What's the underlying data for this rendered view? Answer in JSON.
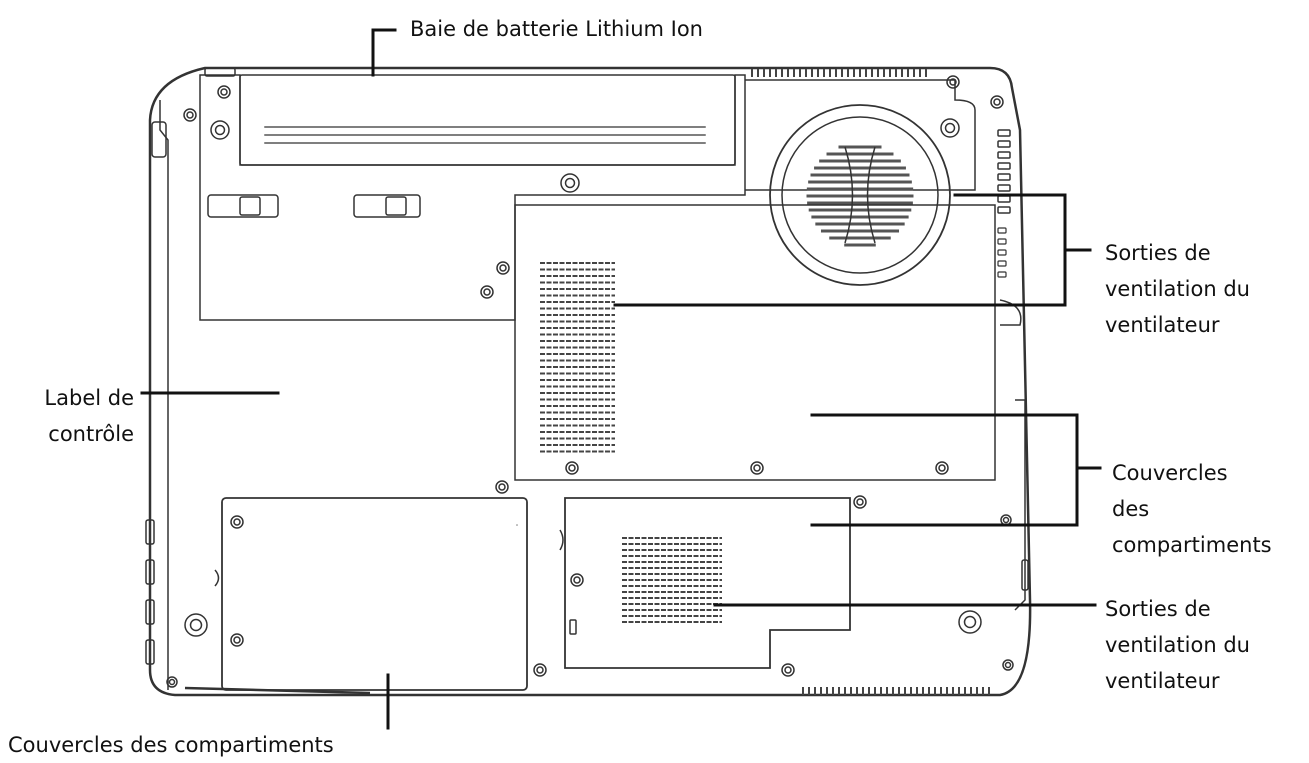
{
  "diagram": {
    "labels": {
      "battery_bay": "Baie de batterie Lithium Ion",
      "control_label": [
        "Label de",
        "contrôle"
      ],
      "fan_vents_top": [
        "Sorties de",
        "ventilation du",
        "ventilateur"
      ],
      "compartment_covers_right": [
        "Couvercles",
        "des",
        "compartiments"
      ],
      "fan_vents_bottom": [
        "Sorties de",
        "ventilation du",
        "ventilateur"
      ],
      "compartment_covers_bottom": "Couvercles des compartiments"
    },
    "colors": {
      "line": "#111111",
      "outline": "#333333",
      "background": "#ffffff"
    }
  }
}
